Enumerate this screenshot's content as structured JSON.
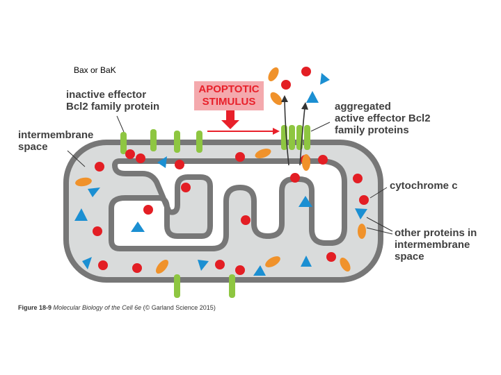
{
  "header_label": "Bax or BaK",
  "labels": {
    "inactive_effector": [
      "inactive effector",
      "Bcl2 family protein"
    ],
    "intermembrane_space": [
      "intermembrane",
      "space"
    ],
    "aggregated": [
      "aggregated",
      "active effector Bcl2",
      "family proteins"
    ],
    "cytochrome": "cytochrome c",
    "other_proteins": [
      "other proteins in",
      "intermembrane",
      "space"
    ]
  },
  "stimulus": [
    "APOPTOTIC",
    "STIMULUS"
  ],
  "caption": {
    "figure": "Figure 18-9",
    "title": "Molecular Biology of the Cell 6e",
    "credit": "(© Garland Science 2015)"
  },
  "colors": {
    "membrane": "#777777",
    "intermembrane_fill": "#d9dbdb",
    "channel": "#8ec641",
    "cytochrome_c": "#e31e24",
    "orange_protein": "#f0922b",
    "blue_protein": "#1b8fd2",
    "stimulus_box": "#f4a9ad",
    "stimulus_text": "#e8202a"
  }
}
